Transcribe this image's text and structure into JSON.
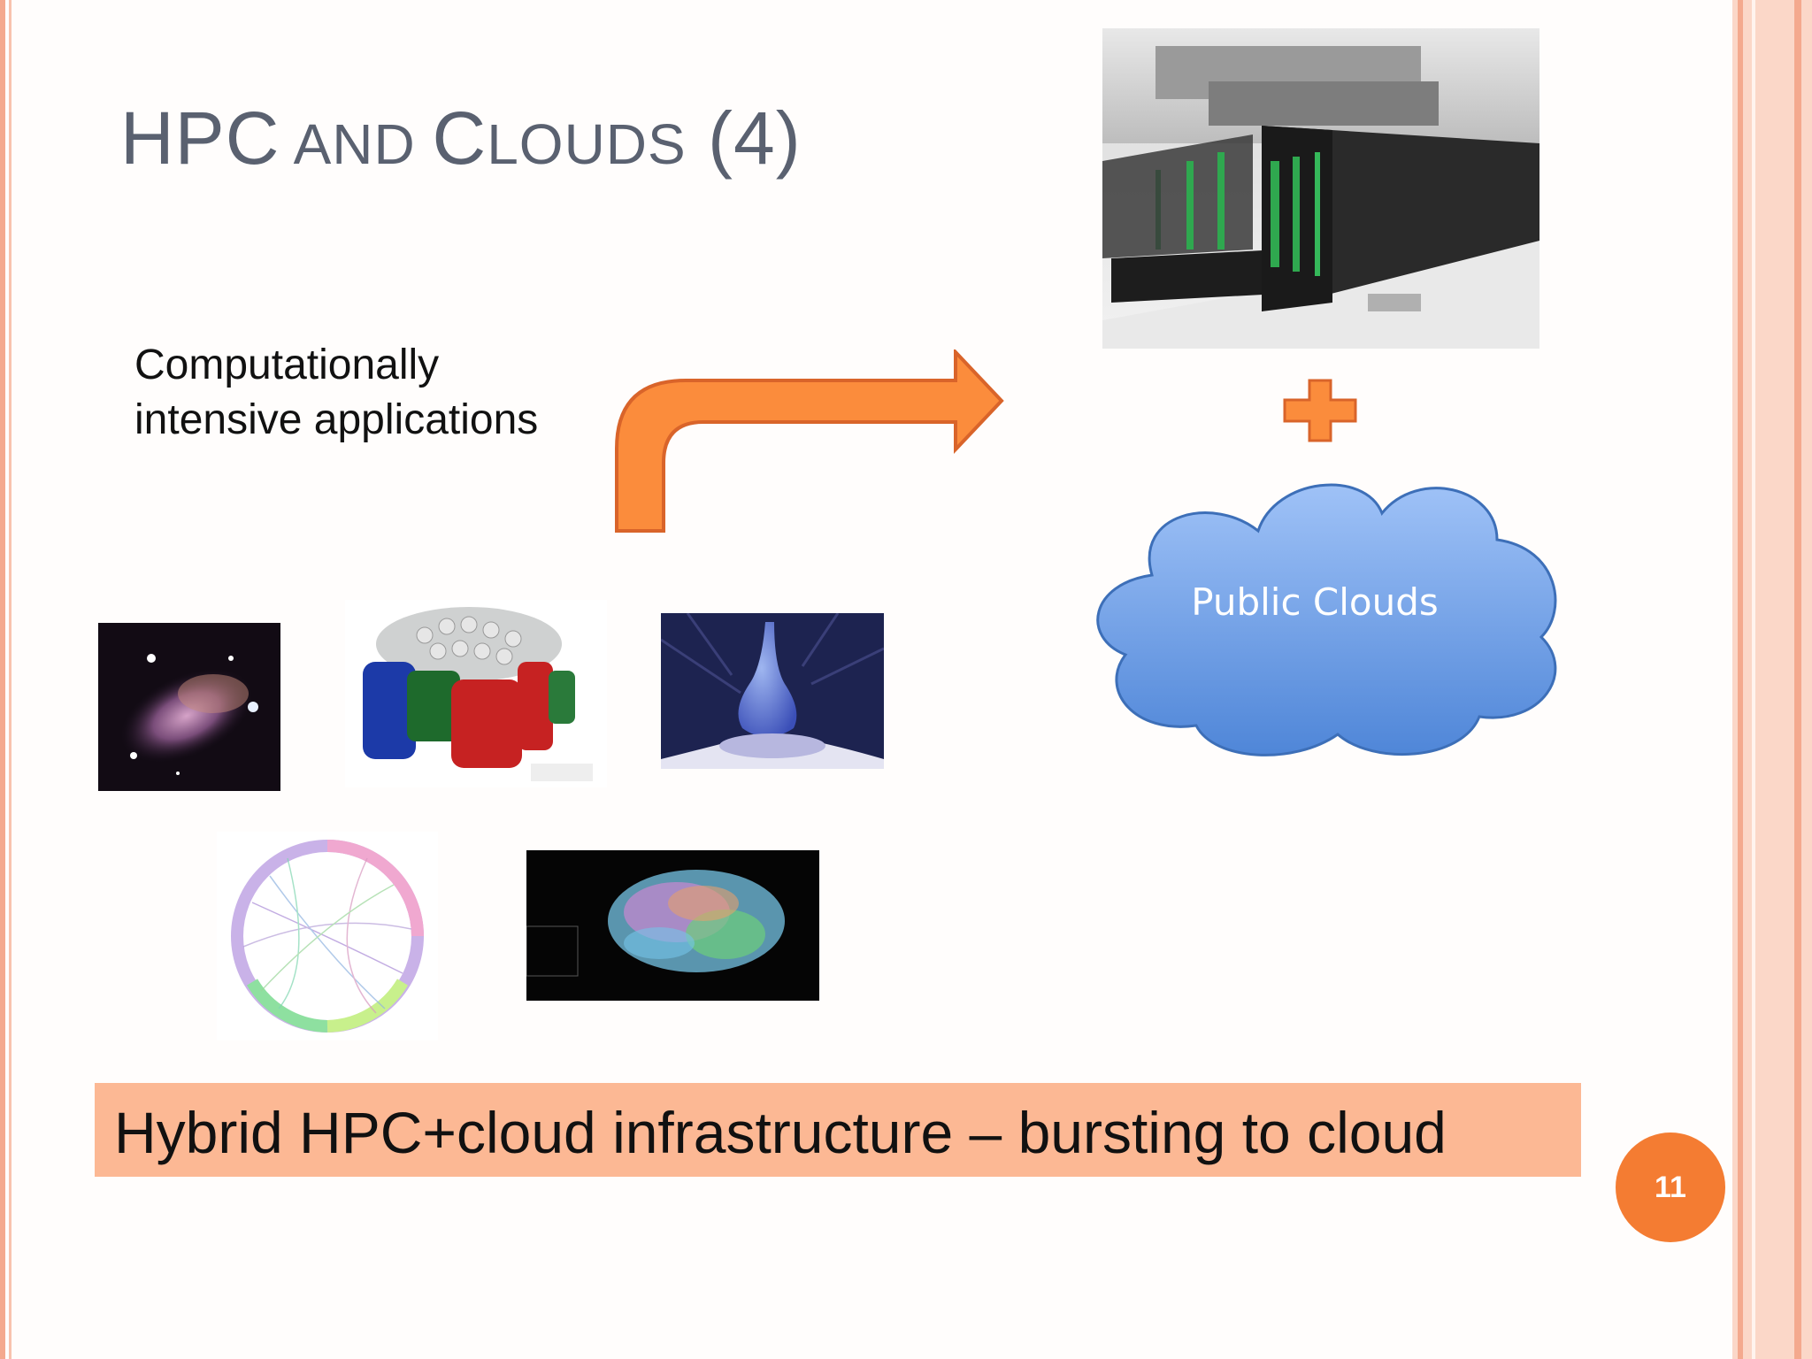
{
  "slide": {
    "title_parts": [
      {
        "text": "HPC",
        "small_caps": false
      },
      {
        "text": " AND ",
        "small_caps": true
      },
      {
        "text": "C",
        "small_caps": false
      },
      {
        "text": "LOUDS",
        "small_caps": true
      },
      {
        "text": " (4)",
        "small_caps": false
      }
    ],
    "body_lines": [
      "Computationally",
      "intensive applications"
    ],
    "cloud_label": "Public Clouds",
    "banner": "Hybrid HPC+cloud infrastructure – bursting to cloud",
    "page_number": "11"
  },
  "colors": {
    "accent_orange": "#f47c32",
    "arrow_fill": "#fb8c3c",
    "banner_fill": "#fcb894",
    "cloud_fill": "#6b9fe6",
    "title_gray": "#5a6170"
  },
  "icons": [
    "arrow-bent-right-icon",
    "plus-icon",
    "cloud-icon"
  ]
}
